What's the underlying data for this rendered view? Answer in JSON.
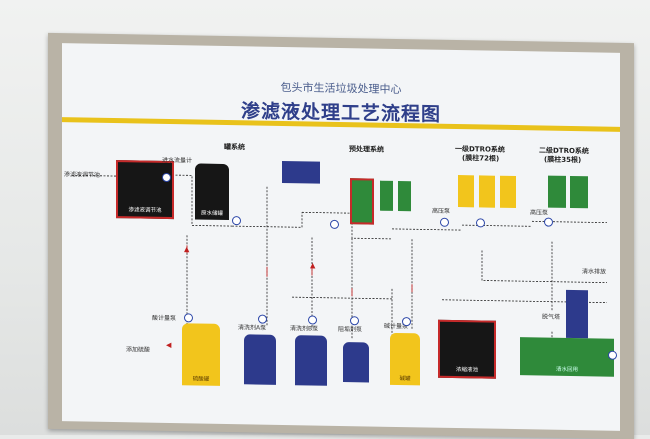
{
  "board": {
    "subtitle": "包头市生活垃圾处理中心",
    "title": "渗滤液处理工艺流程图"
  },
  "sections": {
    "tank": "罐系统",
    "pretreat": "预处理系统",
    "dtro1": "一级DTRO系统",
    "dtro1_sub": "(膜柱72根)",
    "dtro2": "二级DTRO系统",
    "dtro2_sub": "(膜柱35根)"
  },
  "labels": {
    "inflow": "渗滤液调节池",
    "flowmeter": "进水流量计",
    "leach_pool": "渗滤液调节池",
    "raw_tank": "原水储罐",
    "acid_meter": "酸计量泵",
    "acid_tank": "硫酸罐",
    "acid_add": "添加硫酸",
    "scale1": "清洗剂A泵",
    "scale2": "清洗剂B泵",
    "scale3": "阻垢剂泵",
    "scale4": "碱计量泵",
    "alkali": "碱罐",
    "concentrate": "浓缩液池",
    "clean_water": "清水回用",
    "degas": "脱气塔",
    "outflow": "清水排放",
    "pressure1": "高压泵",
    "pressure2": "高压泵"
  },
  "colors": {
    "frame": "#b9b3a6",
    "band": "#e9c21b",
    "title": "#2f3f8a",
    "pipe_black": "#222222",
    "pipe_red": "#c62a2a",
    "valve": "#2b46a8"
  }
}
